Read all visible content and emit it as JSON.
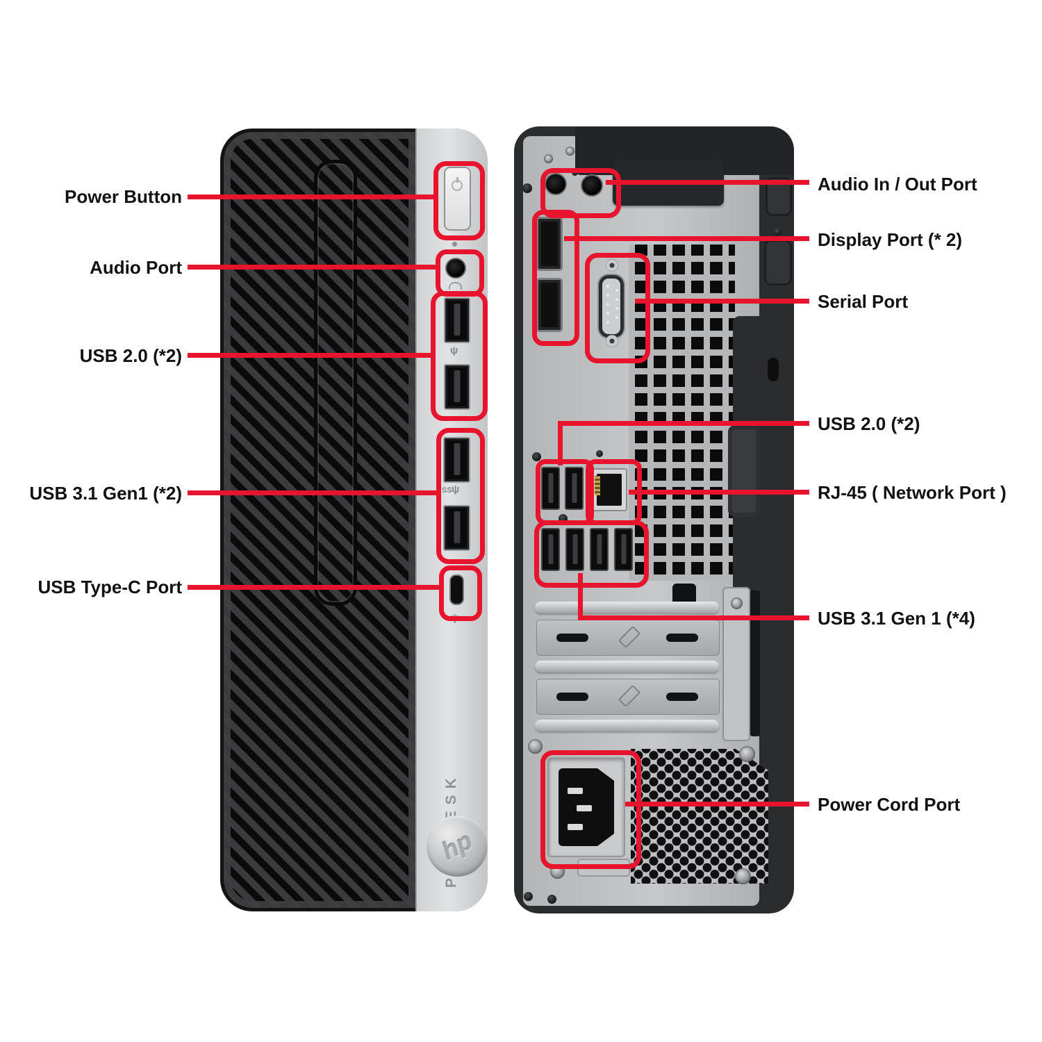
{
  "product": {
    "brand_logo": "hp",
    "model_vertical_label": "PRODESK"
  },
  "colors": {
    "callout_red": "#e8132c",
    "front_silver": "#d0d2d4",
    "bezel_black": "#141414",
    "back_panel_silver": "#bcbec0",
    "back_frame": "#2b2c2e"
  },
  "icons": {
    "usb_glyph": "ψ",
    "superspeed_glyph": "SS",
    "power_glyph": "power-symbol"
  },
  "front_view": {
    "name": "front panel",
    "callouts": [
      {
        "label": "Power Button"
      },
      {
        "label": "Audio Port"
      },
      {
        "label": "USB 2.0 (*2)"
      },
      {
        "label": "USB 3.1 Gen1 (*2)"
      },
      {
        "label": "USB Type-C Port"
      }
    ]
  },
  "back_view": {
    "name": "back panel",
    "callouts": [
      {
        "label": "Audio In / Out Port"
      },
      {
        "label": "Display Port  (* 2)"
      },
      {
        "label": "Serial Port"
      },
      {
        "label": "USB 2.0 (*2)"
      },
      {
        "label": "RJ-45 ( Network Port )"
      },
      {
        "label": "USB 3.1 Gen 1 (*4)"
      },
      {
        "label": "Power Cord Port"
      }
    ]
  }
}
